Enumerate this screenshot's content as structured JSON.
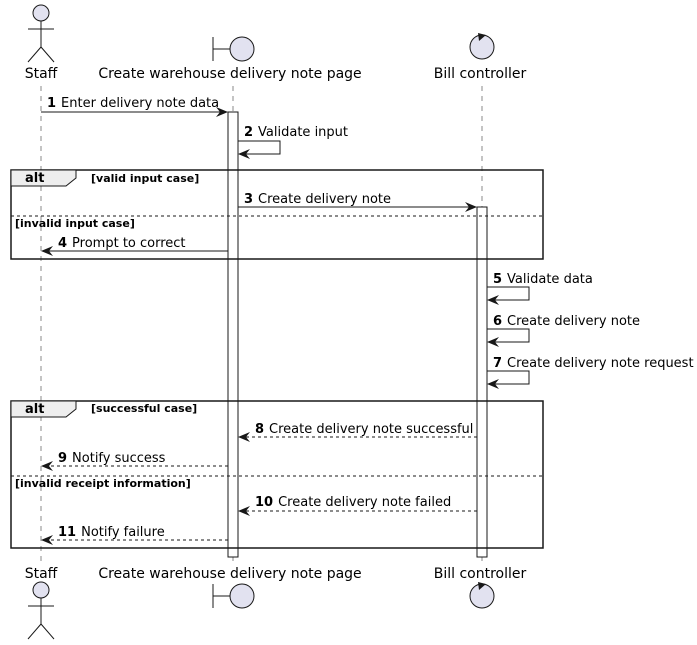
{
  "participants": [
    {
      "name": "Staff",
      "kind": "actor"
    },
    {
      "name": "Create warehouse delivery note page",
      "kind": "boundary"
    },
    {
      "name": "Bill controller",
      "kind": "control"
    }
  ],
  "messages": [
    {
      "n": "1",
      "text": "Enter delivery note data"
    },
    {
      "n": "2",
      "text": "Validate input"
    },
    {
      "n": "3",
      "text": "Create delivery note"
    },
    {
      "n": "4",
      "text": "Prompt to correct"
    },
    {
      "n": "5",
      "text": "Validate data"
    },
    {
      "n": "6",
      "text": "Create delivery note"
    },
    {
      "n": "7",
      "text": "Create delivery note request"
    },
    {
      "n": "8",
      "text": "Create delivery note successful"
    },
    {
      "n": "9",
      "text": "Notify success"
    },
    {
      "n": "10",
      "text": "Create delivery note failed"
    },
    {
      "n": "11",
      "text": "Notify failure"
    }
  ],
  "frames": [
    {
      "type": "alt",
      "guard1": "[valid input case]",
      "guard2": "[invalid input case]"
    },
    {
      "type": "alt",
      "guard1": "[successful case]",
      "guard2": "[invalid receipt information]"
    }
  ],
  "colors": {
    "participant_fill": "#e2e2f0",
    "stroke": "#181818",
    "lifeline": "#888888"
  }
}
